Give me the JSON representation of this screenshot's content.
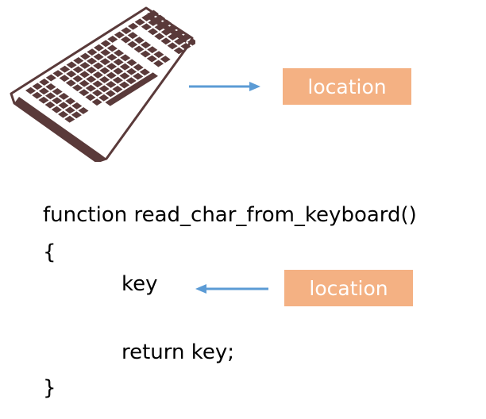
{
  "diagram": {
    "keyboard": {
      "icon": "keyboard-icon"
    },
    "top_label": "location",
    "bottom_label": "location",
    "code_lines": [
      "function read_char_from_keyboard()",
      "{",
      "key",
      "return key;",
      "}"
    ],
    "colors": {
      "label_fill": "#f4b183",
      "label_text": "#ffffff",
      "arrow": "#5b9bd5",
      "keyboard_outline": "#5a3a3a"
    }
  }
}
